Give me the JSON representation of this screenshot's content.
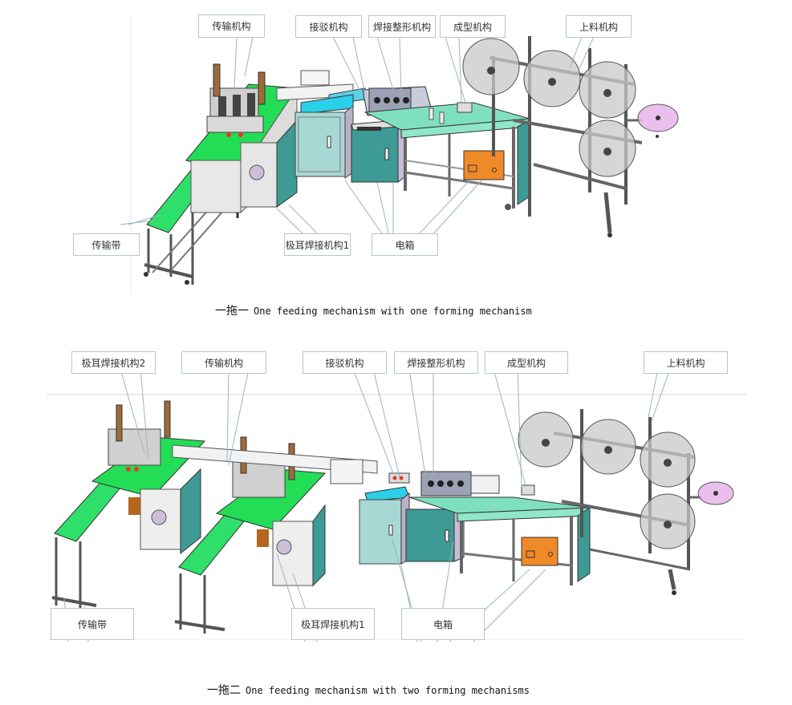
{
  "diagram_1": {
    "caption_cn": "一拖一",
    "caption_en": "One feeding mechanism with one forming mechanism",
    "labels": {
      "transfer_mechanism": "传输机构",
      "splicing_mechanism": "接驳机构",
      "weld_shaping_mechanism": "焊接整形机构",
      "forming_mechanism": "成型机构",
      "feeding_mechanism": "上料机构",
      "conveyor_belt": "传输带",
      "ear_loop_welding_1": "极耳焊接机构1",
      "electric_box": "电箱"
    }
  },
  "diagram_2": {
    "caption_cn": "一拖二",
    "caption_en": "One feeding mechanism with two forming mechanisms",
    "labels": {
      "ear_loop_welding_2": "极耳焊接机构2",
      "transfer_mechanism": "传输机构",
      "splicing_mechanism": "接驳机构",
      "weld_shaping_mechanism": "焊接整形机构",
      "forming_mechanism": "成型机构",
      "feeding_mechanism": "上料机构",
      "conveyor_belt": "传输带",
      "ear_loop_welding_1": "极耳焊接机构1",
      "electric_box": "电箱"
    }
  },
  "colors": {
    "table_green": "#22dd55",
    "table_mint": "#7fe0c0",
    "cabinet_teal": "#3e9a94",
    "cabinet_glass": "#a8d8d4",
    "cyan_top": "#2ad0e8",
    "generator_orange": "#f08a28",
    "roll_gray": "#c8c8c8",
    "roll_pink": "#e6b4ea",
    "frame_gray": "#6a6e74",
    "leader_line": "#9ab4c4"
  }
}
